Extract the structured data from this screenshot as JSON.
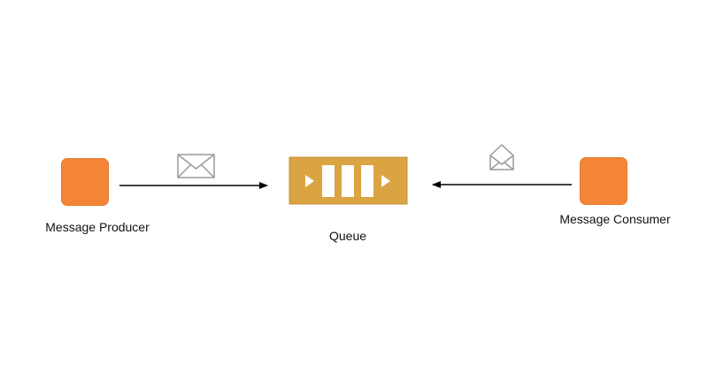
{
  "nodes": {
    "producer": {
      "label": "Message Producer"
    },
    "queue": {
      "label": "Queue"
    },
    "consumer": {
      "label": "Message Consumer"
    }
  },
  "edges": [
    {
      "from": "producer",
      "to": "queue",
      "icon": "closed-envelope-icon"
    },
    {
      "from": "consumer",
      "to": "queue",
      "icon": "open-envelope-icon"
    }
  ],
  "colors": {
    "node_fill": "#f58536",
    "node_stroke": "#e07a2e",
    "queue_fill": "#d9a441",
    "queue_stroke": "#c79236",
    "queue_cells": "#ffffff",
    "arrow": "#000000",
    "envelope": "#9a9a9a"
  }
}
